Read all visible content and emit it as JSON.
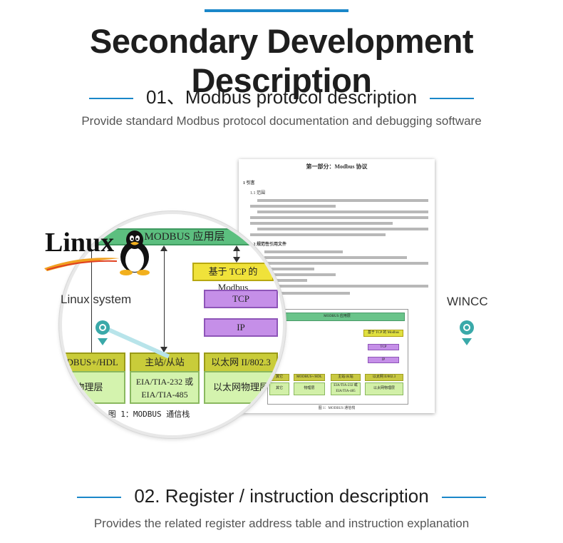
{
  "header": {
    "title": "Secondary Development Description"
  },
  "section1": {
    "heading": "01、Modbus protocol description",
    "subtitle": "Provide standard Modbus protocol documentation and debugging software"
  },
  "section2": {
    "heading": "02. Register / instruction description",
    "subtitle": "Provides the related register address table and instruction explanation"
  },
  "labels": {
    "linux_system": "Linux system",
    "wincc": "WINCC",
    "linux_logo": "Linux"
  },
  "document": {
    "title": "第一部分：Modbus 协议",
    "sec1": "1 引言",
    "sec11": "1.1 范围",
    "sec12": "1.2 规范性引用文件",
    "caption": "图 1：MODBUS 通信栈",
    "diagram": {
      "top": "MODBUS 应用层",
      "tcp_modbus": "基于 TCP 的 Modbus",
      "tcp": "TCP",
      "ip": "IP",
      "other": "其它",
      "modbus_hdl": "MODBUS+/HDL",
      "master_slave": "主站/从站",
      "ethernet": "以太网 II/802.3",
      "other2": "其它",
      "physical": "物理层",
      "eia": "EIA/TIA-232 或 EIA/TIA-485",
      "eth_physical": "以太网物理层"
    }
  },
  "magnified": {
    "top": "MODBUS 应用层",
    "tcp_modbus": "基于 TCP 的 Modbus",
    "tcp": "TCP",
    "ip": "IP",
    "modbus_hdl": "ODBUS+/HDL",
    "master_slave": "主站/从站",
    "ethernet": "以太网 II/802.3",
    "physical": "物理层",
    "eia": "EIA/TIA-232 或 EIA/TIA-485",
    "eth_physical": "以太网物理层",
    "caption": "图 1：MODBUS 通信栈"
  },
  "colors": {
    "accent": "#1a87c9",
    "pin": "#3aa9a9",
    "title": "#1e1e1e",
    "subtitle": "#555555"
  }
}
